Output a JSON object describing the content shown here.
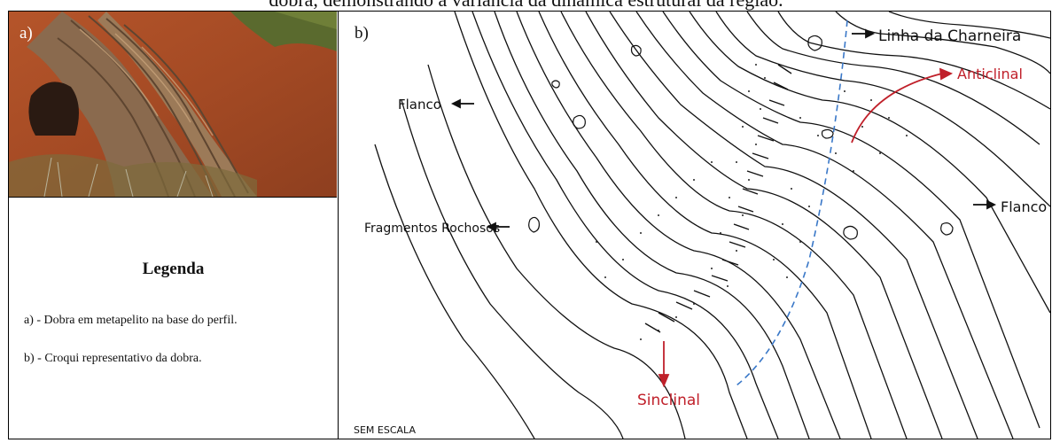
{
  "caption": "dobra, demonstrando a variância da dinâmica estrutural da região.",
  "panel_a": {
    "tag": "a)"
  },
  "legend": {
    "title": "Legenda",
    "items": [
      "a) - Dobra em metapelito na base do perfil.",
      "b) - Croqui representativo da dobra."
    ]
  },
  "panel_b": {
    "tag": "b)",
    "labels": {
      "hinge": "Linha da Charneira",
      "anticline": "Anticlinal",
      "flank_left": "Flanco",
      "flank_right": "Flanco",
      "fragments": "Fragmentos Rochosos",
      "syncline": "Sinclinal",
      "scale": "SEM ESCALA"
    },
    "colors": {
      "ink": "#111111",
      "red": "#c0202a",
      "hinge_line": "#3a78c8"
    }
  }
}
